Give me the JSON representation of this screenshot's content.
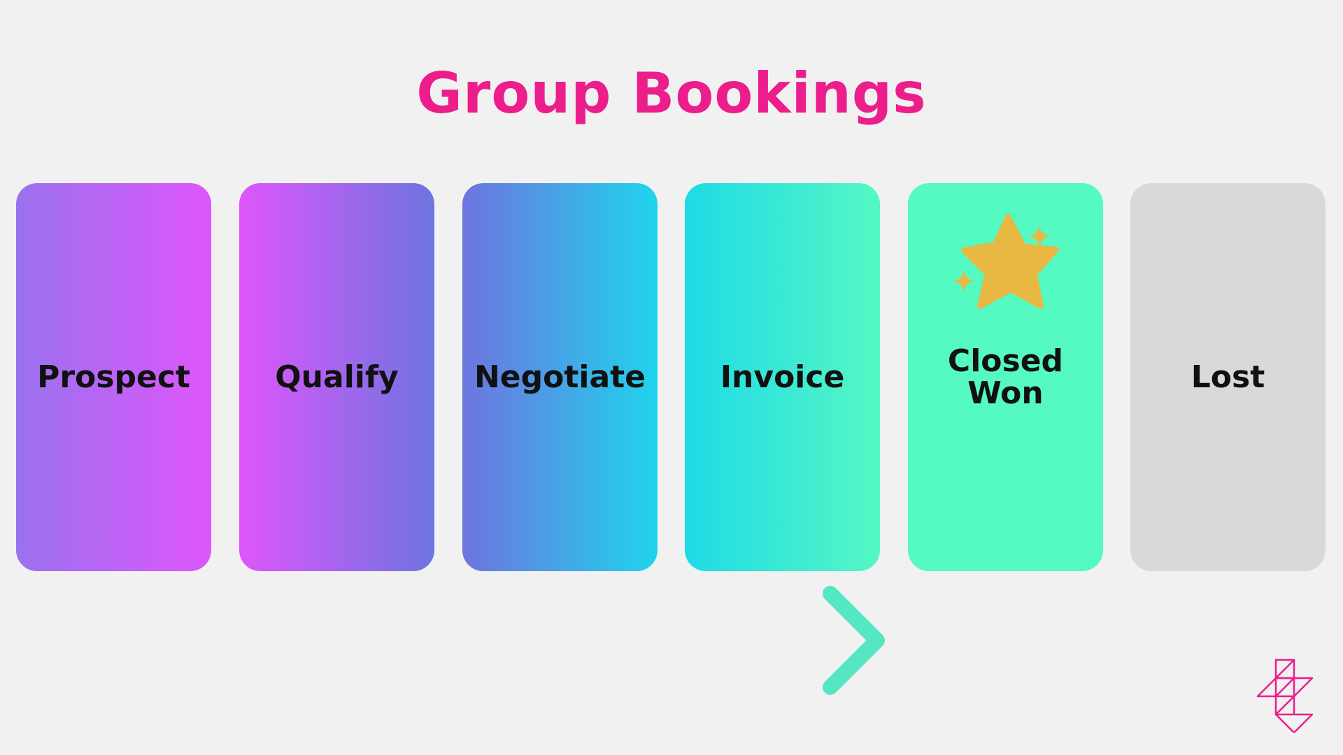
{
  "title": "Group Bookings",
  "stages": [
    {
      "label": "Prospect",
      "gradient": [
        "#9a72ee",
        "#de56fb"
      ]
    },
    {
      "label": "Qualify",
      "gradient": [
        "#de56fb",
        "#6e74e0"
      ]
    },
    {
      "label": "Negotiate",
      "gradient": [
        "#6e74e0",
        "#1fd4ec"
      ]
    },
    {
      "label": "Invoice",
      "gradient": [
        "#1fdbe6",
        "#55f7c4"
      ]
    },
    {
      "label": "Closed\nWon",
      "gradient": [
        "#55f9c2",
        "#55f9c2"
      ],
      "icon": "star-icon",
      "icon_color": "#e8b842"
    },
    {
      "label": "Lost",
      "gradient": [
        "#d9d9d9",
        "#d9d9d9"
      ]
    }
  ],
  "arrow": {
    "icon": "right-arrow-icon",
    "gradient": [
      "#9a72ee",
      "#55e6c4"
    ]
  },
  "logo": {
    "icon": "geometric-logo-icon",
    "color": "#ec1e8c"
  }
}
